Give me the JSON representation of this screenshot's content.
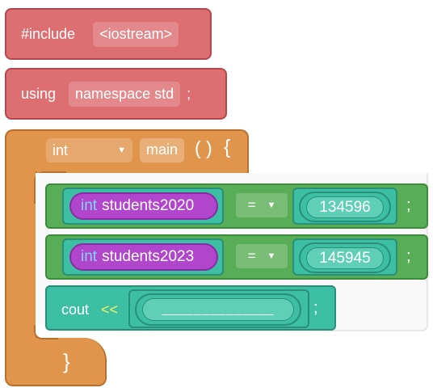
{
  "include_block": {
    "keyword": "#include",
    "header": "<iostream>"
  },
  "using_block": {
    "keyword": "using",
    "namespace": "namespace std",
    "semicolon": ";"
  },
  "main_block": {
    "return_type": "int",
    "name": "main",
    "parens": "( )",
    "open_brace": "{",
    "close_brace": "}"
  },
  "statements": [
    {
      "type_kw": "int",
      "var_name": "students2020",
      "operator": "=",
      "value": "134596",
      "semicolon": ";"
    },
    {
      "type_kw": "int",
      "var_name": "students2023",
      "operator": "=",
      "value": "145945",
      "semicolon": ";"
    }
  ],
  "cout_statement": {
    "keyword": "cout",
    "operator": "<<",
    "placeholder": "______________",
    "semicolon": ";"
  },
  "colors": {
    "red_block": "#dd6f73",
    "orange_block": "#e1954c",
    "green_block": "#58ad56",
    "teal_block": "#3cbfa3",
    "purple_var": "#b146cc"
  }
}
